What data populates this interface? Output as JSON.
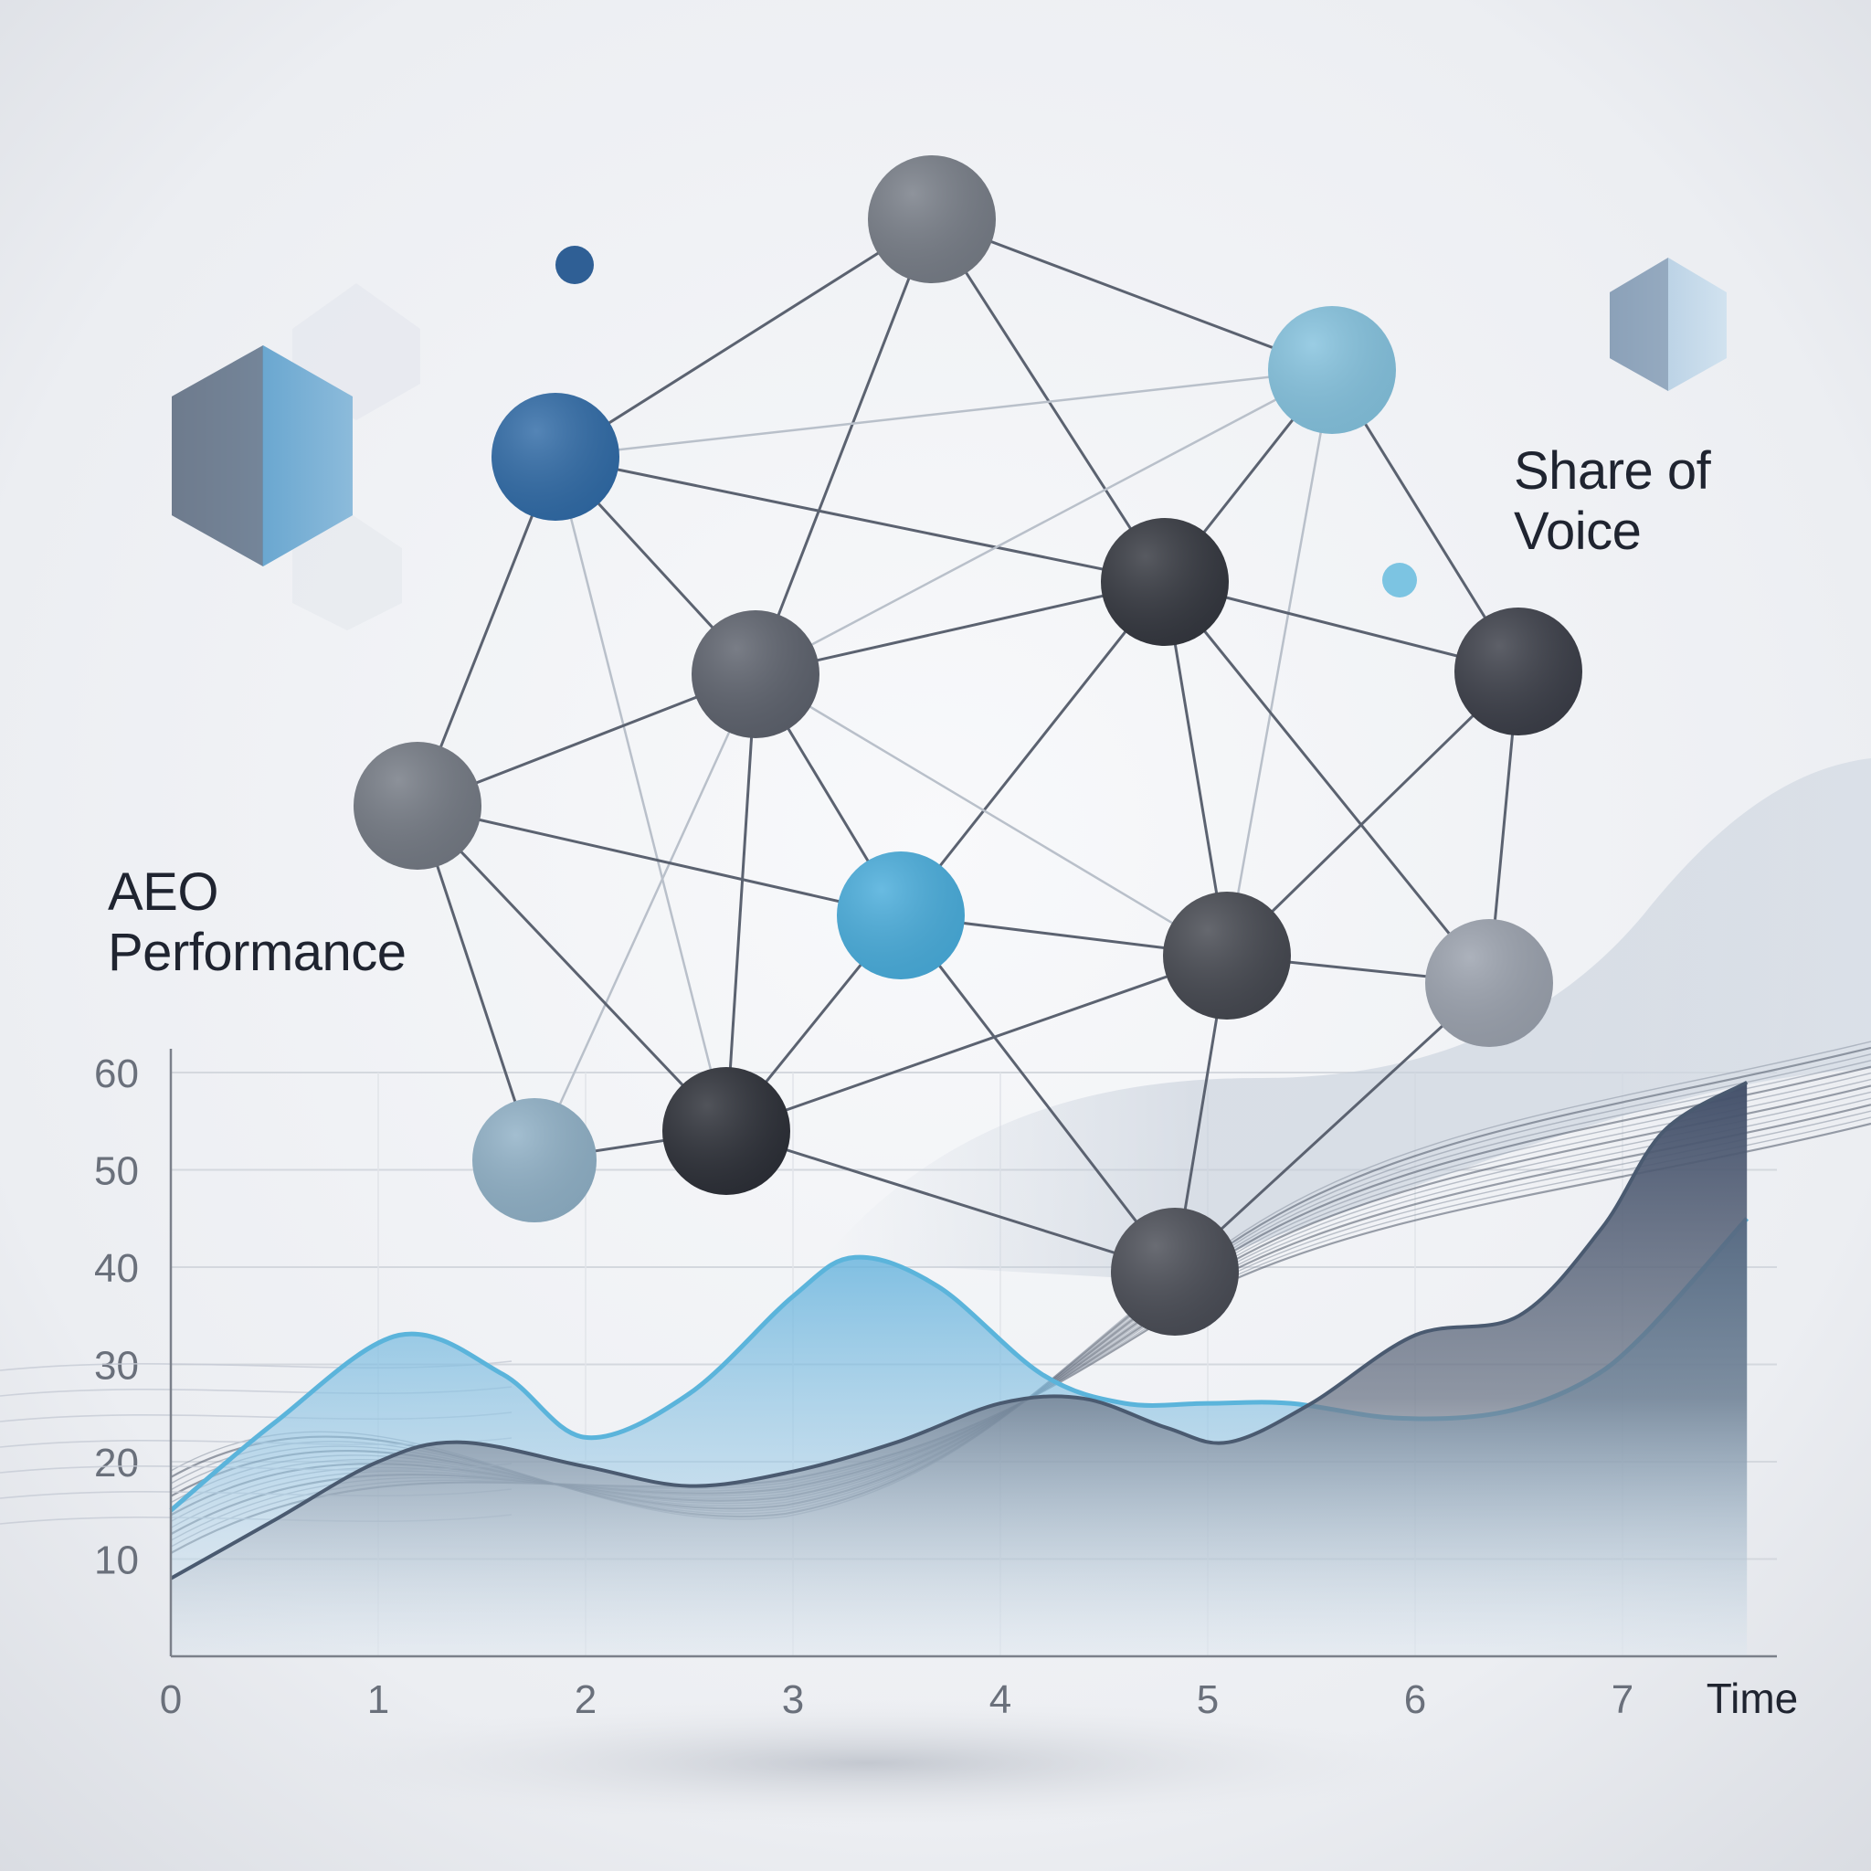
{
  "labels": {
    "aeo_line1": "AEO",
    "aeo_line2": "Performance",
    "sov_line1": "Share of",
    "sov_line2": "Voice"
  },
  "chart_data": {
    "type": "area",
    "title": "",
    "xlabel": "Time",
    "ylabel": "",
    "x_ticks": [
      "0",
      "1",
      "2",
      "3",
      "4",
      "5",
      "6",
      "7"
    ],
    "y_ticks": [
      "10",
      "20",
      "30",
      "40",
      "50",
      "60"
    ],
    "xlim": [
      0,
      7.6
    ],
    "ylim": [
      0,
      60
    ],
    "grid": true,
    "series": [
      {
        "color": "#5bb4db",
        "x": [
          0,
          0.5,
          1.1,
          1.6,
          2.0,
          2.5,
          3.0,
          3.3,
          3.7,
          4.2,
          4.6,
          5.0,
          5.4,
          5.9,
          6.4,
          6.8,
          7.1,
          7.6
        ],
        "y": [
          15,
          24,
          33,
          29,
          22.5,
          27,
          37,
          41,
          38,
          29,
          26,
          26,
          26,
          24.5,
          25,
          28,
          33,
          45
        ]
      },
      {
        "color": "#4a5a70",
        "x": [
          0,
          0.5,
          1.0,
          1.4,
          2.0,
          2.5,
          3.0,
          3.5,
          4.0,
          4.4,
          4.8,
          5.1,
          5.5,
          6.0,
          6.5,
          6.9,
          7.2,
          7.6
        ],
        "y": [
          8,
          14,
          20,
          22,
          19.5,
          17.5,
          19,
          22,
          26,
          26.5,
          23.5,
          22,
          26,
          33,
          35,
          44,
          54,
          59
        ]
      }
    ]
  },
  "network": {
    "nodes": [
      {
        "id": "n1",
        "color": "#767c86"
      },
      {
        "id": "n2",
        "color": "#2f6aa6"
      },
      {
        "id": "n3",
        "color": "#84c2de"
      },
      {
        "id": "n4",
        "color": "#33363e"
      },
      {
        "id": "n5",
        "color": "#5c616c"
      },
      {
        "id": "n6",
        "color": "#3a3d47"
      },
      {
        "id": "n7",
        "color": "#737983"
      },
      {
        "id": "n8",
        "color": "#48acdb"
      },
      {
        "id": "n9",
        "color": "#44474f"
      },
      {
        "id": "n10",
        "color": "#9aa1ad"
      },
      {
        "id": "n11",
        "color": "#8fb0c6"
      },
      {
        "id": "n12",
        "color": "#2b2e36"
      },
      {
        "id": "n13",
        "color": "#494c55"
      }
    ],
    "dots": [
      {
        "id": "d1",
        "color": "#2f5f95"
      },
      {
        "id": "d2",
        "color": "#7cc4e2"
      }
    ]
  }
}
